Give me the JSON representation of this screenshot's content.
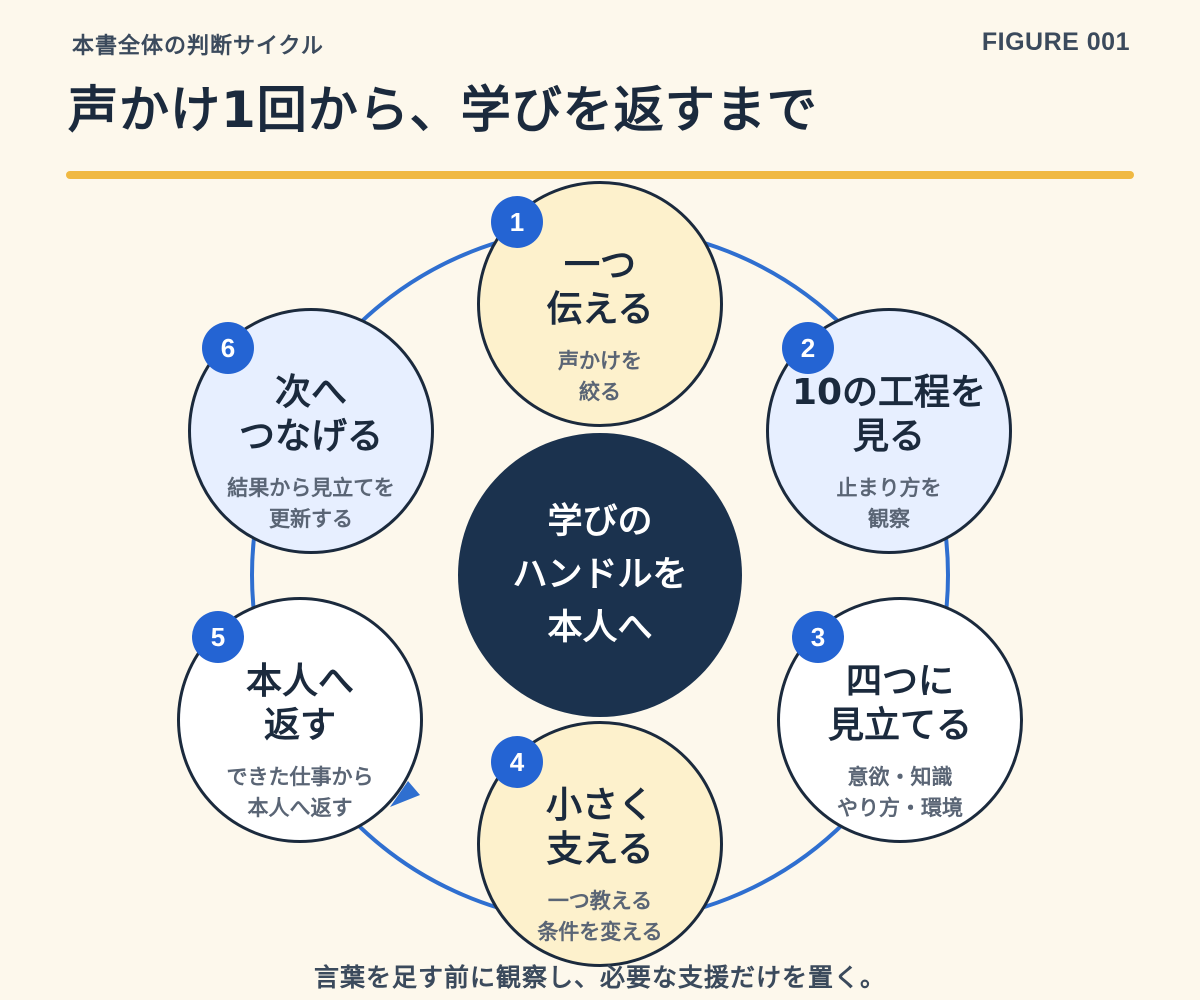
{
  "header": {
    "eyebrow": "本書全体の判断サイクル",
    "figure_label": "FIGURE 001",
    "title": "声かけ1回から、学びを返すまで"
  },
  "center": {
    "text": "学びの\nハンドルを\n本人へ"
  },
  "steps": [
    {
      "number": "1",
      "title": "一つ\n伝える",
      "subtitle": "声かけを\n絞る",
      "fill": "#fdf1cc"
    },
    {
      "number": "2",
      "title": "10の工程を\n見る",
      "subtitle": "止まり方を\n観察",
      "fill": "#e7efff"
    },
    {
      "number": "3",
      "title": "四つに\n見立てる",
      "subtitle": "意欲・知識\nやり方・環境",
      "fill": "#ffffff"
    },
    {
      "number": "4",
      "title": "小さく\n支える",
      "subtitle": "一つ教える\n条件を変える",
      "fill": "#fdf1cc"
    },
    {
      "number": "5",
      "title": "本人へ\n返す",
      "subtitle": "できた仕事から\n本人へ返す",
      "fill": "#ffffff"
    },
    {
      "number": "6",
      "title": "次へ\nつなげる",
      "subtitle": "結果から見立てを\n更新する",
      "fill": "#e7efff"
    }
  ],
  "footer": {
    "note": "言葉を足す前に観察し、必要な支援だけを置く。"
  },
  "colors": {
    "accent_rule": "#f0b942",
    "badge": "#2464d3",
    "ring": "#2f6fd0",
    "hub": "#1b324e",
    "text": "#1b2a3d"
  }
}
